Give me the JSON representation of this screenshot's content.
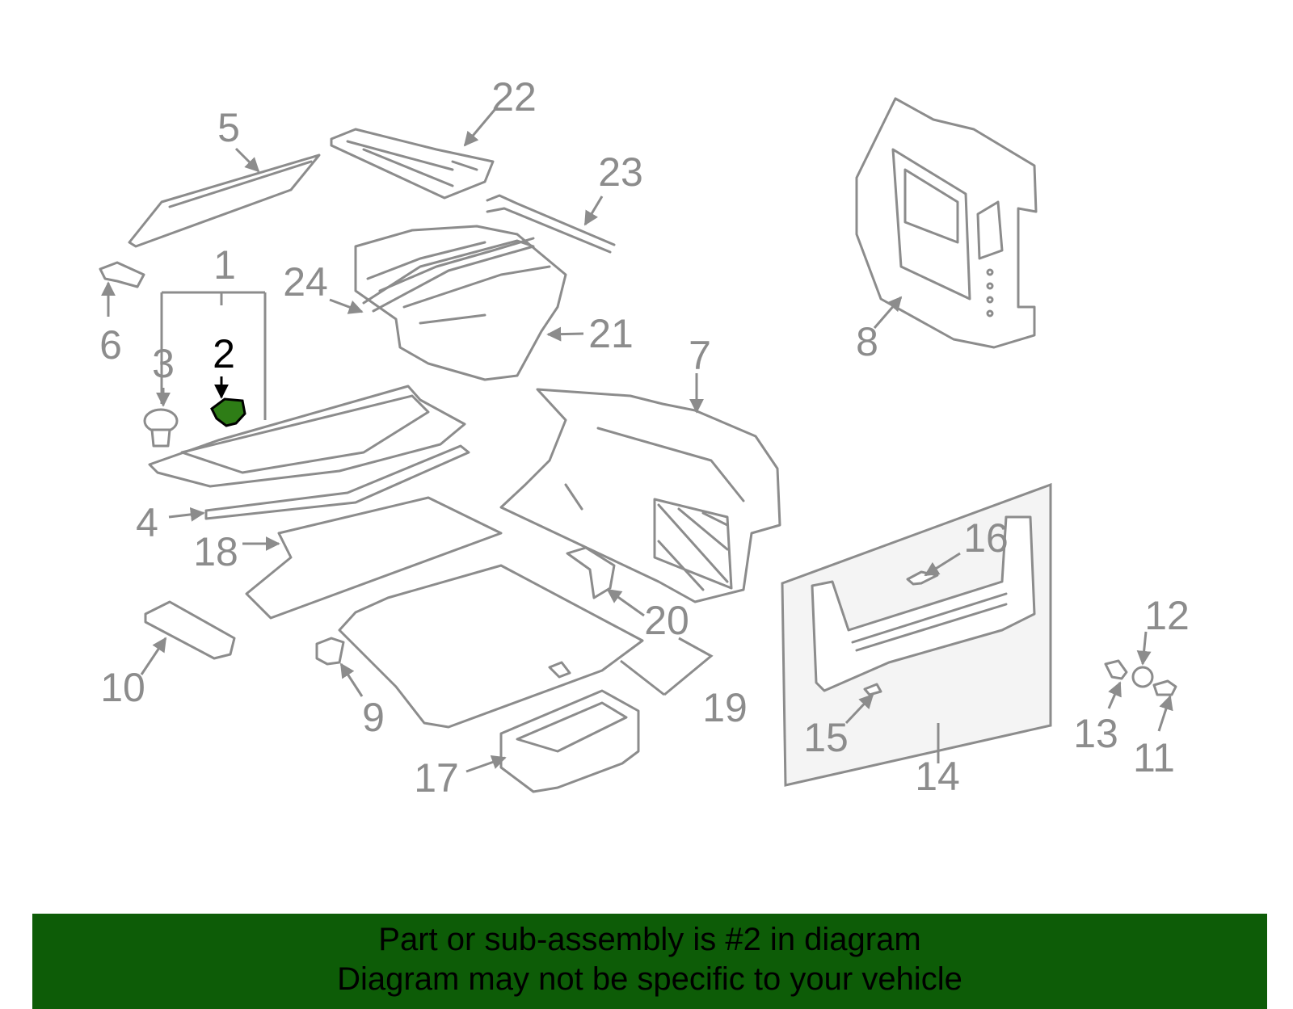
{
  "diagram": {
    "callouts": [
      "1",
      "2",
      "3",
      "4",
      "5",
      "6",
      "7",
      "8",
      "9",
      "10",
      "11",
      "12",
      "13",
      "14",
      "15",
      "16",
      "17",
      "18",
      "19",
      "20",
      "21",
      "22",
      "23",
      "24"
    ],
    "highlighted_part": "2",
    "colors": {
      "line": "#8c8c8c",
      "highlight_fill": "#2e7d16",
      "banner": "#0d5c07",
      "text": "#000000"
    }
  },
  "banner": {
    "line1": "Part or sub-assembly is #2 in diagram",
    "line2": "Diagram may not be specific to your vehicle"
  }
}
